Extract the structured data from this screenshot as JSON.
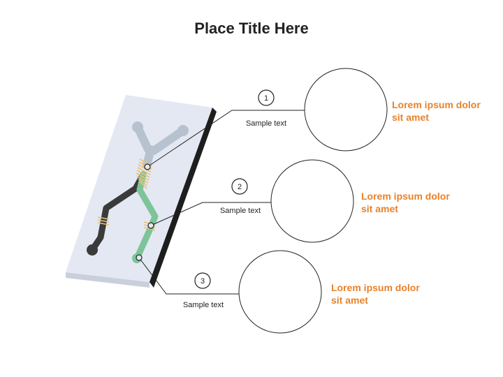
{
  "title": "Place Title Here",
  "steps": [
    {
      "number": "1",
      "sample_text": "Sample text",
      "description": "Lorem ipsum dolor sit amet"
    },
    {
      "number": "2",
      "sample_text": "Sample text",
      "description": "Lorem ipsum dolor sit amet"
    },
    {
      "number": "3",
      "sample_text": "Sample text",
      "description": "Lorem ipsum dolor sit amet"
    }
  ],
  "colors": {
    "accent_text": "#E8822A",
    "chip_face": "#E3E8F2",
    "chip_edge": "#222222",
    "channel_blue": "#B7C2D0",
    "channel_dark": "#3A3A3A",
    "channel_green": "#7DC49A",
    "electrode_gold": "#E9C27A"
  }
}
